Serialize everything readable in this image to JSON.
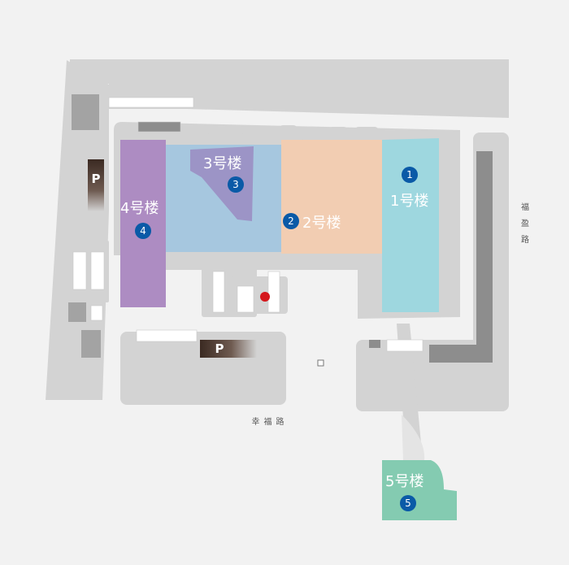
{
  "map": {
    "buildings": [
      {
        "id": "b1",
        "label": "1号楼",
        "badge": "1",
        "color": "#9ed7df"
      },
      {
        "id": "b2",
        "label": "2号楼",
        "badge": "2",
        "color": "#f2cdb2"
      },
      {
        "id": "b3",
        "label": "3号楼",
        "badge": "3",
        "color": "#9c94c6"
      },
      {
        "id": "b4",
        "label": "4号楼",
        "badge": "4",
        "color": "#ad8cc2"
      },
      {
        "id": "b5",
        "label": "5号楼",
        "badge": "5",
        "color": "#84cbb1"
      }
    ],
    "central_block_color": "#a6c7df",
    "parking_label": "P",
    "roads": [
      {
        "id": "road-south",
        "label": "幸福路"
      },
      {
        "id": "road-east",
        "label": "福盈路",
        "chars": [
          "福",
          "盈",
          "路"
        ]
      }
    ],
    "badge_color": "#0a5aa7",
    "location_marker_color": "#d4161b",
    "ground_color": "#d3d3d3",
    "background_color": "#f2f2f2"
  }
}
